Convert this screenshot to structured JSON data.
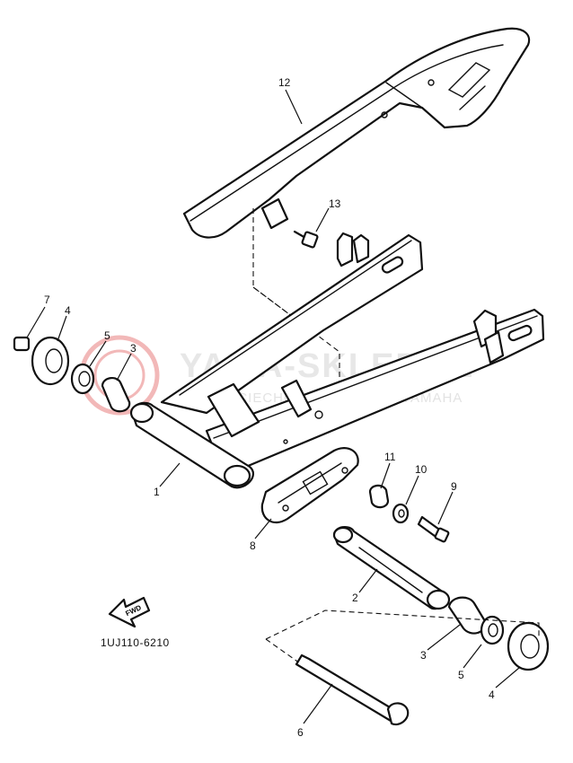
{
  "watermark": {
    "main_text": "YAMA-SKLEP.PL",
    "sub_text": "WOJCIECHOWICZ DEALER YAMAHA",
    "logo_color": "#f2b8b8"
  },
  "diagram_code": "1UJ110-6210",
  "fwd_arrow_label": "FWD",
  "callouts": {
    "n1": "1",
    "n2": "2",
    "n3a": "3",
    "n3b": "3",
    "n4a": "4",
    "n4b": "4",
    "n5a": "5",
    "n5b": "5",
    "n6": "6",
    "n7": "7",
    "n8": "8",
    "n9": "9",
    "n10": "10",
    "n11": "11",
    "n12": "12",
    "n13": "13"
  }
}
